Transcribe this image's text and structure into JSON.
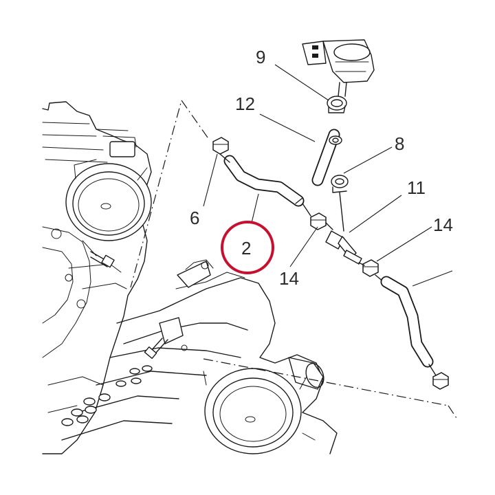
{
  "callouts": {
    "c2": "2",
    "c6": "6",
    "c8": "8",
    "c9": "9",
    "c11": "11",
    "c12": "12",
    "c14a": "14",
    "c14b": "14"
  },
  "colors": {
    "ink": "#1a1a1a",
    "highlight": "#c8102e",
    "label": "#2b2b2b"
  }
}
